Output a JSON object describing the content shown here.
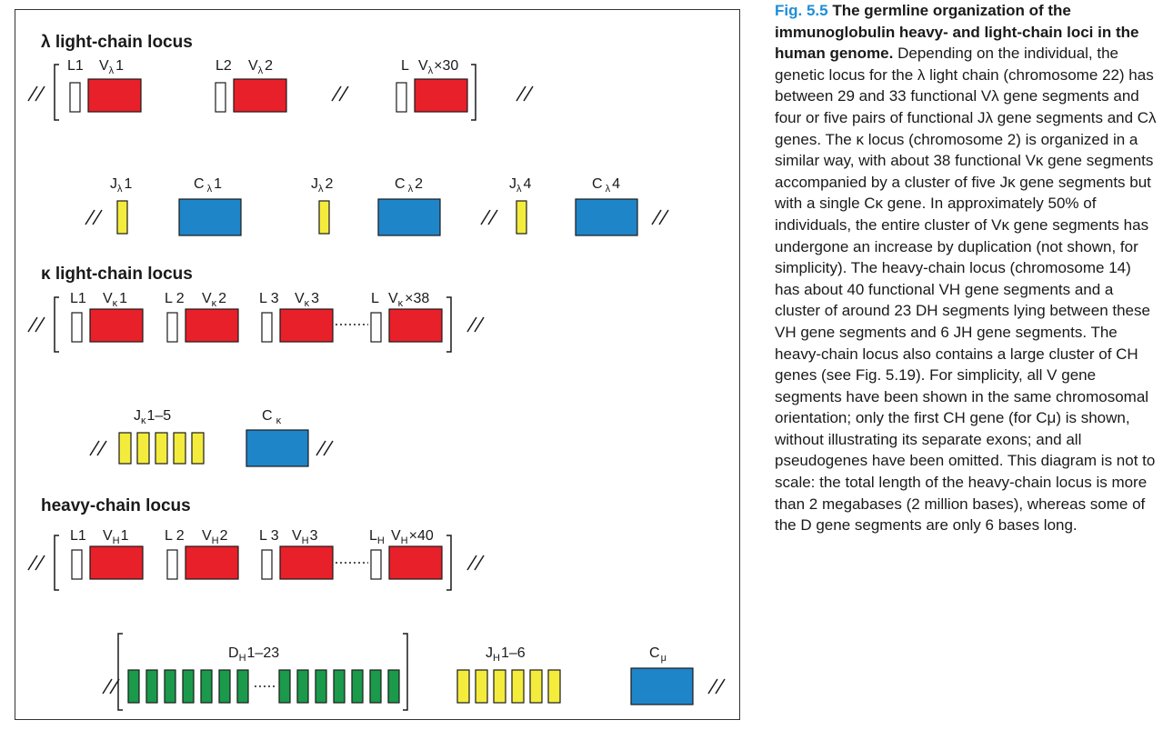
{
  "colors": {
    "v_segment": "#e8202a",
    "j_segment": "#f4ec3c",
    "c_segment": "#1f85c9",
    "d_segment": "#1a9a4a",
    "leader": "#ffffff",
    "fig_number": "#1e8ed8"
  },
  "lambda": {
    "title": "λ light-chain locus",
    "l1": "L1",
    "v1": "V",
    "v1_sub": "λ",
    "v1_num": "1",
    "l2": "L2",
    "v2": "V",
    "v2_sub": "λ",
    "v2_num": "2",
    "l3": "L",
    "v3": "V",
    "v3_sub": "λ",
    "v3_num": "×30",
    "j1": "J",
    "j1_sub": "λ",
    "j1_num": "1",
    "c1": "C",
    "c1_sub": "λ",
    "c1_num": "1",
    "j2": "J",
    "j2_sub": "λ",
    "j2_num": "2",
    "c2": "C",
    "c2_sub": "λ",
    "c2_num": "2",
    "j4": "J",
    "j4_sub": "λ",
    "j4_num": "4",
    "c4": "C",
    "c4_sub": "λ",
    "c4_num": "4"
  },
  "kappa": {
    "title": "κ light-chain locus",
    "l1": "L1",
    "v1": "V",
    "v1_sub": "κ",
    "v1_num": "1",
    "l2": "L 2",
    "v2": "V",
    "v2_sub": "κ",
    "v2_num": "2",
    "l3": "L 3",
    "v3": "V",
    "v3_sub": "κ",
    "v3_num": "3",
    "l4": "L",
    "v4": "V",
    "v4_sub": "κ",
    "v4_num": "×38",
    "j": "J",
    "j_sub": "κ",
    "j_num": "1–5",
    "c": "C",
    "c_sub": "κ"
  },
  "heavy": {
    "title": "heavy-chain locus",
    "l1": "L1",
    "v1": "V",
    "v1_sub": "H",
    "v1_num": "1",
    "l2": "L 2",
    "v2": "V",
    "v2_sub": "H",
    "v2_num": "2",
    "l3": "L 3",
    "v3": "V",
    "v3_sub": "H",
    "v3_num": "3",
    "l4": "L",
    "l4_sub": "H",
    "v4": "V",
    "v4_sub": "H",
    "v4_num": "×40",
    "d": "D",
    "d_sub": "H",
    "d_num": "1–23",
    "j": "J",
    "j_sub": "H",
    "j_num": "1–6",
    "c": "C",
    "c_sub": "μ"
  },
  "caption": {
    "fig_number": "Fig. 5.5",
    "title": "The germline organization of the immunoglobulin heavy- and light-chain loci in the human genome.",
    "body": "Depending on the individual, the genetic locus for the λ light chain (chromosome 22) has between 29 and 33 functional Vλ gene segments and four or five pairs of functional Jλ gene segments and Cλ genes. The κ locus (chromosome 2) is organized in a similar way, with about 38 functional Vκ gene segments accompanied by a cluster of five Jκ gene segments but with a single Cκ gene. In approximately 50% of individuals, the entire cluster of Vκ gene segments has undergone an increase by duplication (not shown, for simplicity). The heavy-chain locus (chromosome 14) has about 40 functional VH gene segments and a cluster of around 23 DH segments lying between these VH gene segments and 6 JH gene segments. The heavy-chain locus also contains a large cluster of CH genes (see Fig. 5.19). For simplicity, all V gene segments have been shown in the same chromosomal orientation; only the first CH gene (for Cμ) is shown, without illustrating its separate exons; and all pseudogenes have been omitted. This diagram is not to scale: the total length of the heavy-chain locus is more than 2 megabases (2 million bases), whereas some of the D gene segments are only 6 bases long."
  }
}
